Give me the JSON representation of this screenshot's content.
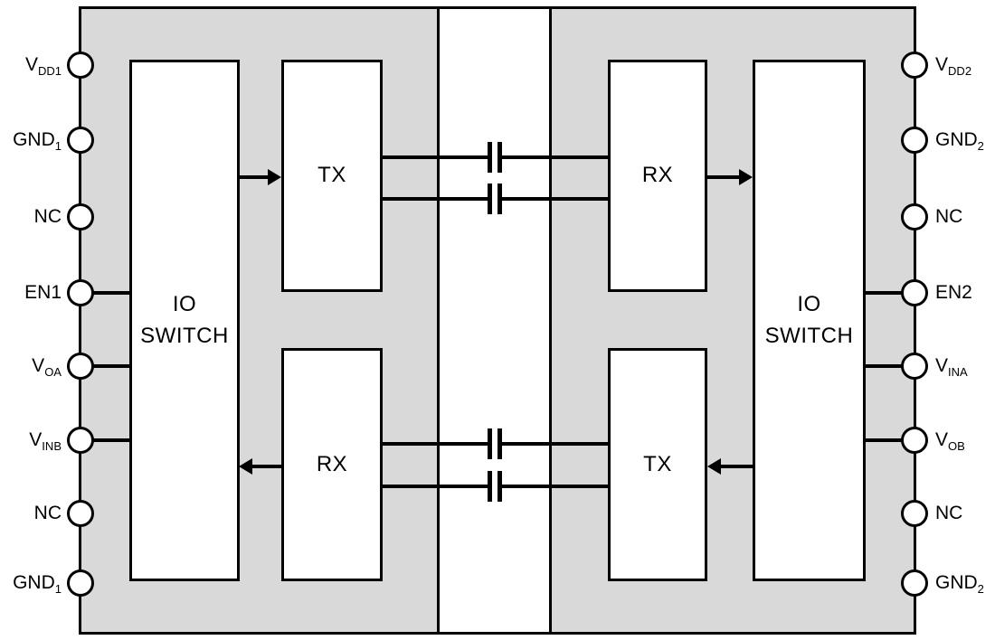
{
  "blocks": {
    "left_io_switch_line1": "IO",
    "left_io_switch_line2": "SWITCH",
    "right_io_switch_line1": "IO",
    "right_io_switch_line2": "SWITCH",
    "left_top_block": "TX",
    "left_bottom_block": "RX",
    "right_top_block": "RX",
    "right_bottom_block": "TX"
  },
  "left_pins": [
    {
      "base": "V",
      "sub": "DD1"
    },
    {
      "base": "GND",
      "sub": "1"
    },
    {
      "base": "NC",
      "sub": ""
    },
    {
      "base": "EN1",
      "sub": ""
    },
    {
      "base": "V",
      "sub": "OA"
    },
    {
      "base": "V",
      "sub": "INB"
    },
    {
      "base": "NC",
      "sub": ""
    },
    {
      "base": "GND",
      "sub": "1"
    }
  ],
  "right_pins": [
    {
      "base": "V",
      "sub": "DD2"
    },
    {
      "base": "GND",
      "sub": "2"
    },
    {
      "base": "NC",
      "sub": ""
    },
    {
      "base": "EN2",
      "sub": ""
    },
    {
      "base": "V",
      "sub": "INA"
    },
    {
      "base": "V",
      "sub": "OB"
    },
    {
      "base": "NC",
      "sub": ""
    },
    {
      "base": "GND",
      "sub": "2"
    }
  ],
  "colors": {
    "die_fill": "#d9d9d9",
    "line_color": "#000000",
    "block_fill": "#ffffff",
    "background": "#ffffff"
  }
}
